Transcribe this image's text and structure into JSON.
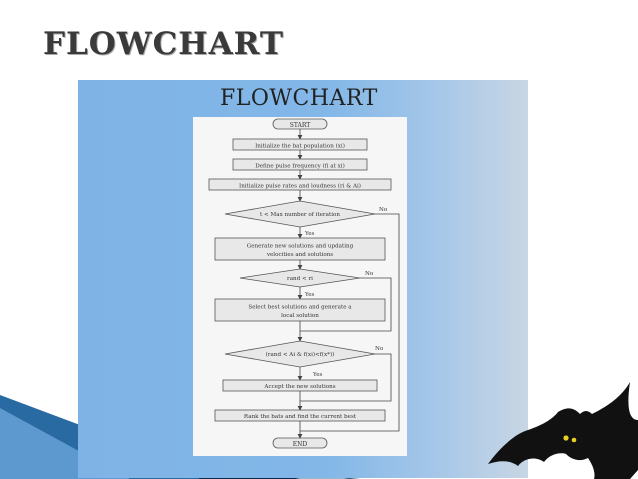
{
  "slide": {
    "title": "FLOWCHART"
  },
  "image": {
    "title": "FLOWCHART",
    "start": "START",
    "end": "END",
    "steps": {
      "init_population": "Initialize the bat population (xi)",
      "define_pulse": "Define pulse frequency (fi at xi)",
      "init_rates": "Initialize pulse rates and loudness (ri & Ai)",
      "generate_line1": "Generate new solutions and updating",
      "generate_line2": "velocities and solutions",
      "select_line1": "Select best solutions and generate a",
      "select_line2": "local solution",
      "accept": "Accept the new solutions",
      "rank": "Rank the bats and find the current best"
    },
    "decisions": {
      "iteration": "t < Max number of iteration",
      "rand_ri": "rand < ri",
      "rand_ai": "(rand < Ai & f(xi)<f(x*))"
    },
    "labels": {
      "yes": "Yes",
      "no": "No"
    }
  },
  "colors": {
    "panel": "#82b7e8",
    "bat": "#111111",
    "bat_eye": "#e8d020",
    "ribbon": "#1f5f97"
  }
}
